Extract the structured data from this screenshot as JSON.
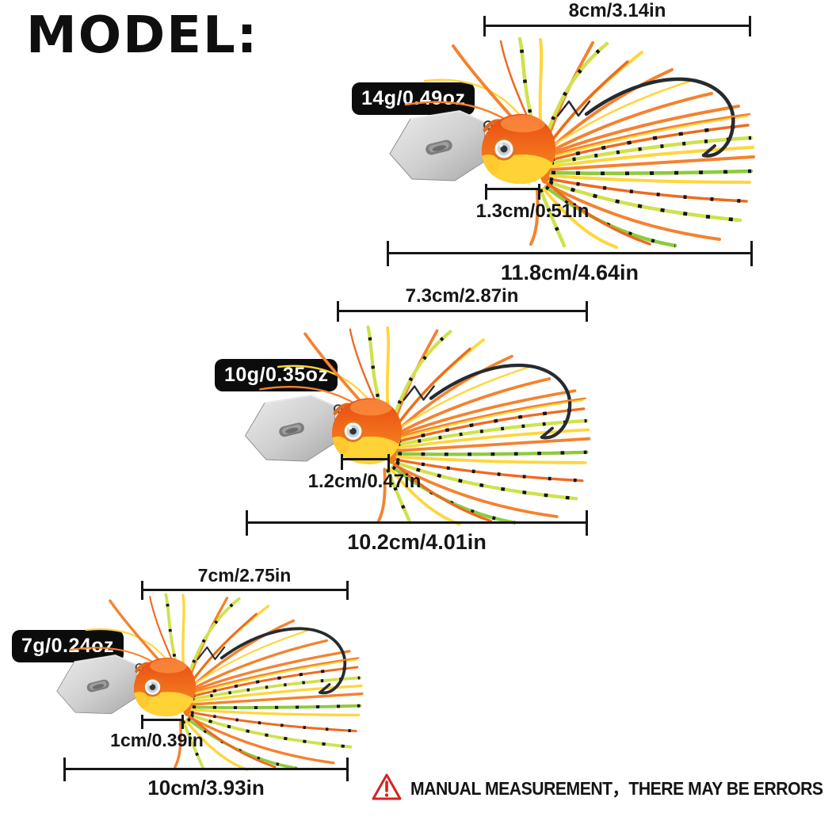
{
  "title": "MODEL:",
  "models": [
    {
      "name": "14g model",
      "weight_badge": "14g/0.49oz",
      "skirt_length": "8cm/3.14in",
      "blade_width": "1.3cm/0.51in",
      "total_length": "11.8cm/4.64in"
    },
    {
      "name": "10g model",
      "weight_badge": "10g/0.35oz",
      "skirt_length": "7.3cm/2.87in",
      "blade_width": "1.2cm/0.47in",
      "total_length": "10.2cm/4.01in"
    },
    {
      "name": "7g model",
      "weight_badge": "7g/0.24oz",
      "skirt_length": "7cm/2.75in",
      "blade_width": "1cm/0.39in",
      "total_length": "10cm/3.93in"
    }
  ],
  "disclaimer": {
    "icon": "warning-triangle-icon",
    "text": "MANUAL MEASUREMENT，THERE MAY BE ERRORS"
  },
  "colors": {
    "badge_bg": "#0c0c0c",
    "text": "#161616",
    "warning_red": "#d42222",
    "skirt_orange": "#f5822e",
    "skirt_yellow": "#ffd63c",
    "skirt_chartreuse": "#cfe24c",
    "skirt_green": "#8fca3e",
    "head_orange": "#ee4c12",
    "belly_yellow": "#ffd335",
    "blade_silver": "#c9c9c9"
  }
}
